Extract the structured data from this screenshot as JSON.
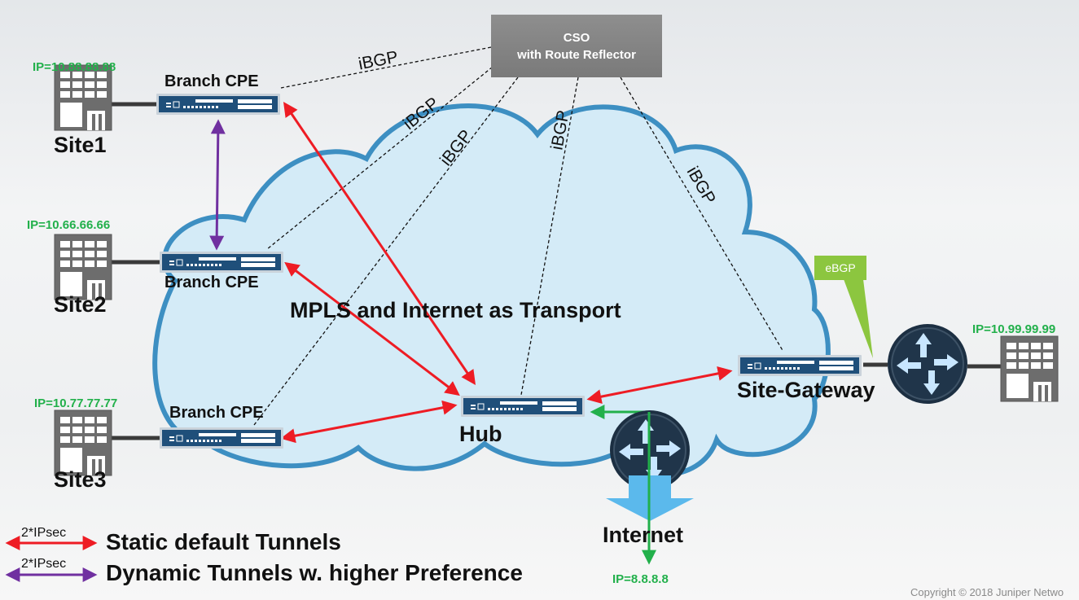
{
  "cso": {
    "line1": "CSO",
    "line2": "with Route Reflector"
  },
  "sites": [
    {
      "name": "Site1",
      "ip": "IP=10.88.88.88"
    },
    {
      "name": "Site2",
      "ip": "IP=10.66.66.66"
    },
    {
      "name": "Site3",
      "ip": "IP=10.77.77.77"
    },
    {
      "ip": "IP=10.99.99.99"
    }
  ],
  "devices": {
    "branch_cpe": "Branch CPE",
    "hub": "Hub",
    "site_gateway": "Site-Gateway",
    "internet": "Internet",
    "internet_ip": "IP=8.8.8.8"
  },
  "cloud_label": "MPLS and Internet as Transport",
  "ibgp_label": "iBGP",
  "ebgp_label": "eBGP",
  "legend": [
    {
      "tag": "2*IPsec",
      "text": "Static default Tunnels",
      "color": "#ee1c24"
    },
    {
      "tag": "2*IPsec",
      "text": "Dynamic Tunnels w. higher Preference",
      "color": "#7030a0"
    }
  ],
  "colors": {
    "static_tunnel": "#ee1c24",
    "dynamic_tunnel": "#7030a0",
    "internet_link": "#22b04b",
    "cloud_fill": "#d4ebf7",
    "cloud_stroke": "#3d8fc2",
    "device": "#1f4f7a",
    "router": "#20354a"
  },
  "copyright": "Copyright © 2018 Juniper Netwo"
}
